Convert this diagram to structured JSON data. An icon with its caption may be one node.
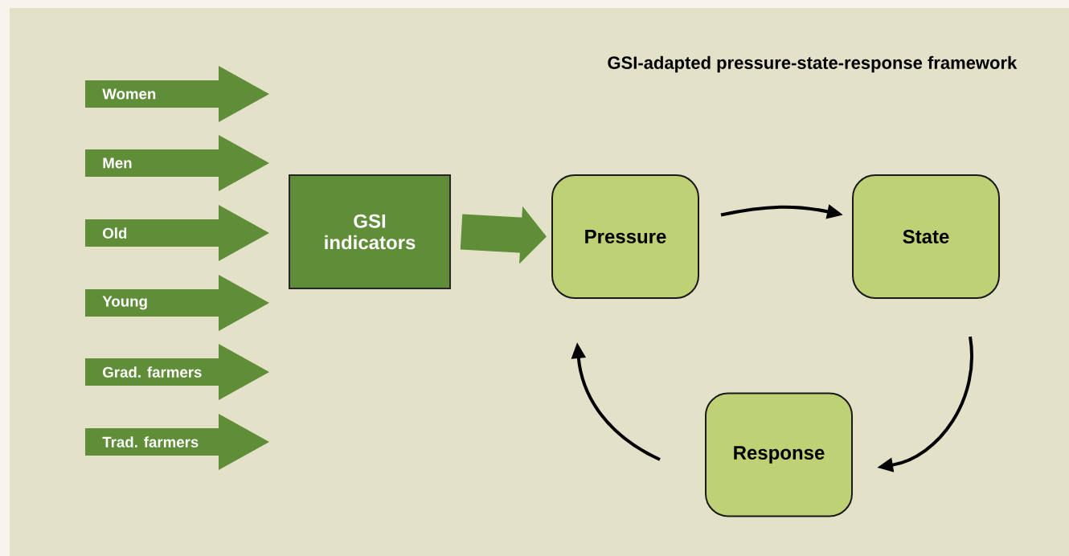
{
  "diagram": {
    "title": "GSI-adapted pressure-state-response framework",
    "nodes": [
      {
        "text": [
          "Women"
        ]
      },
      {
        "text": [
          "Men"
        ]
      },
      {
        "text": [
          "Old"
        ]
      },
      {
        "text": [
          "Young"
        ]
      },
      {
        "text": [
          "Grad. farmers"
        ]
      },
      {
        "text": [
          "Trad. farmers"
        ]
      },
      {
        "text": [
          "GSI indicators"
        ]
      },
      {
        "text": [
          "Pressure"
        ]
      },
      {
        "text": [
          "State"
        ]
      },
      {
        "text": [
          "Response"
        ]
      }
    ],
    "edges": [
      {
        "from": 6,
        "to": 7,
        "arrow": "to",
        "style": "thick",
        "color": "#5f8d38"
      },
      {
        "from": 7,
        "to": 8,
        "arrow": "to"
      },
      {
        "from": 8,
        "to": 9,
        "arrow": "to"
      },
      {
        "from": 9,
        "to": 7,
        "arrow": "to"
      }
    ]
  }
}
